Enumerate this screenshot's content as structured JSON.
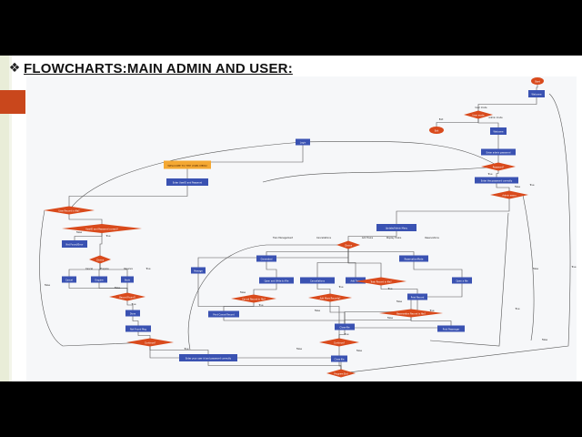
{
  "slide": {
    "bullet_glyph": "❖",
    "title": "FLOWCHARTS:MAIN ADMIN AND USER:"
  },
  "flowchart": {
    "nodes": [
      {
        "id": "start",
        "shape": "oval",
        "label": "Start"
      },
      {
        "id": "welcome",
        "shape": "rect",
        "label": "Welcome"
      },
      {
        "id": "mode",
        "shape": "diamond",
        "label": "User mode"
      },
      {
        "id": "exit",
        "shape": "oval",
        "label": "Exit"
      },
      {
        "id": "admin_label",
        "shape": "rect",
        "label": "Welcome"
      },
      {
        "id": "login",
        "shape": "rect",
        "label": "Login"
      },
      {
        "id": "welcome_user",
        "shape": "note",
        "label": "WELCOME TO THE USER MENU"
      },
      {
        "id": "enter_user",
        "shape": "rect",
        "label": "Enter UserID and Password"
      },
      {
        "id": "enter_admin_pass",
        "shape": "rect",
        "label": "Enter admin password"
      },
      {
        "id": "check_admin",
        "shape": "diamond",
        "label": "Password?"
      },
      {
        "id": "retry_admin",
        "shape": "rect",
        "label": "Enter the password correctly"
      },
      {
        "id": "admin_menu",
        "shape": "diamond",
        "label": "Admin menu"
      },
      {
        "id": "user_found",
        "shape": "diamond",
        "label": "User Record in file?"
      },
      {
        "id": "user_pass",
        "shape": "diamond",
        "label": "UserID and Password correct?"
      },
      {
        "id": "not_found",
        "shape": "rect",
        "label": "Not Found/Error"
      },
      {
        "id": "user_choice",
        "shape": "diamond",
        "label": "Choice"
      },
      {
        "id": "u_cancel",
        "shape": "rect",
        "label": "Cancel"
      },
      {
        "id": "u_enquire",
        "shape": "rect",
        "label": "Enquire"
      },
      {
        "id": "u_reserve",
        "shape": "rect",
        "label": "Book"
      },
      {
        "id": "u_record",
        "shape": "diamond",
        "label": "Record Found?"
      },
      {
        "id": "u_done",
        "shape": "rect",
        "label": "Done"
      },
      {
        "id": "u_notfound",
        "shape": "rect",
        "label": "Not Found Msg"
      },
      {
        "id": "u_again",
        "shape": "diamond",
        "label": "Continue?"
      },
      {
        "id": "u_retry",
        "shape": "rect",
        "label": "Enter your user id and password correctly"
      },
      {
        "id": "update_menu",
        "shape": "rect",
        "label": "Update/Admin Menu"
      },
      {
        "id": "a_choice",
        "shape": "diamond",
        "label": "Choice"
      },
      {
        "id": "a_manage",
        "shape": "rect",
        "label": "Manage"
      },
      {
        "id": "a_train",
        "shape": "rect",
        "label": "Generated"
      },
      {
        "id": "a_cancel",
        "shape": "rect",
        "label": "Cancellations"
      },
      {
        "id": "a_reserve",
        "shape": "rect",
        "label": "ReservationMode"
      },
      {
        "id": "a_open",
        "shape": "rect",
        "label": "Open and Write to File"
      },
      {
        "id": "a_add",
        "shape": "rect",
        "label": "Add Train"
      },
      {
        "id": "a_disp",
        "shape": "diamond",
        "label": "Train Record in file?"
      },
      {
        "id": "a_cancel_rec",
        "shape": "diamond",
        "label": "Cancel Record in file?"
      },
      {
        "id": "a_add_rec",
        "shape": "diamond",
        "label": "Add More Records?"
      },
      {
        "id": "a_print",
        "shape": "rect",
        "label": "Print Record"
      },
      {
        "id": "a_print_cancel",
        "shape": "rect",
        "label": "Print Cancel Record"
      },
      {
        "id": "a_open_res",
        "shape": "rect",
        "label": "Open a file"
      },
      {
        "id": "a_res_rec",
        "shape": "diamond",
        "label": "Reservation Record in file?"
      },
      {
        "id": "a_print_pass",
        "shape": "rect",
        "label": "Print Passenger"
      },
      {
        "id": "a_close",
        "shape": "rect",
        "label": "Close file"
      },
      {
        "id": "a_again",
        "shape": "diamond",
        "label": "Continue?"
      },
      {
        "id": "a_close2",
        "shape": "rect",
        "label": "Close file"
      },
      {
        "id": "end",
        "shape": "diamond",
        "label": "Program End"
      }
    ],
    "edge_labels": {
      "e1": "Exit",
      "e2": "User mode",
      "e3": "Admin mode",
      "e4": "True",
      "e5": "False",
      "e6": "True",
      "e7": "False",
      "e8": "Cancel",
      "e9": "Enquire",
      "e10": "Reserve",
      "e11": "True",
      "e12": "True",
      "e13": "False",
      "e14": "True",
      "e15": "False",
      "e16": "Train Management",
      "e17": "Cancellations",
      "e18": "Add Trains",
      "e19": "Display Trains",
      "e20": "Reservations",
      "e21": "True",
      "e22": "False",
      "e23": "True",
      "e24": "False",
      "e25": "True",
      "e26": "False",
      "e27": "True",
      "e28": "False",
      "e29": "True",
      "e30": "False",
      "e31": "True",
      "e32": "False",
      "e33": "True",
      "e34": "False",
      "e35": "True",
      "e36": "False"
    }
  },
  "colors": {
    "slide_bg": "#ffffff",
    "letterbox": "#000000",
    "accent": "#c9471c",
    "strip": "#e9edd8",
    "chart_bg": "#f6f7f9",
    "process": "#3a52b2",
    "decision": "#d94a1c",
    "note": "#f4a833",
    "line": "#555555"
  }
}
